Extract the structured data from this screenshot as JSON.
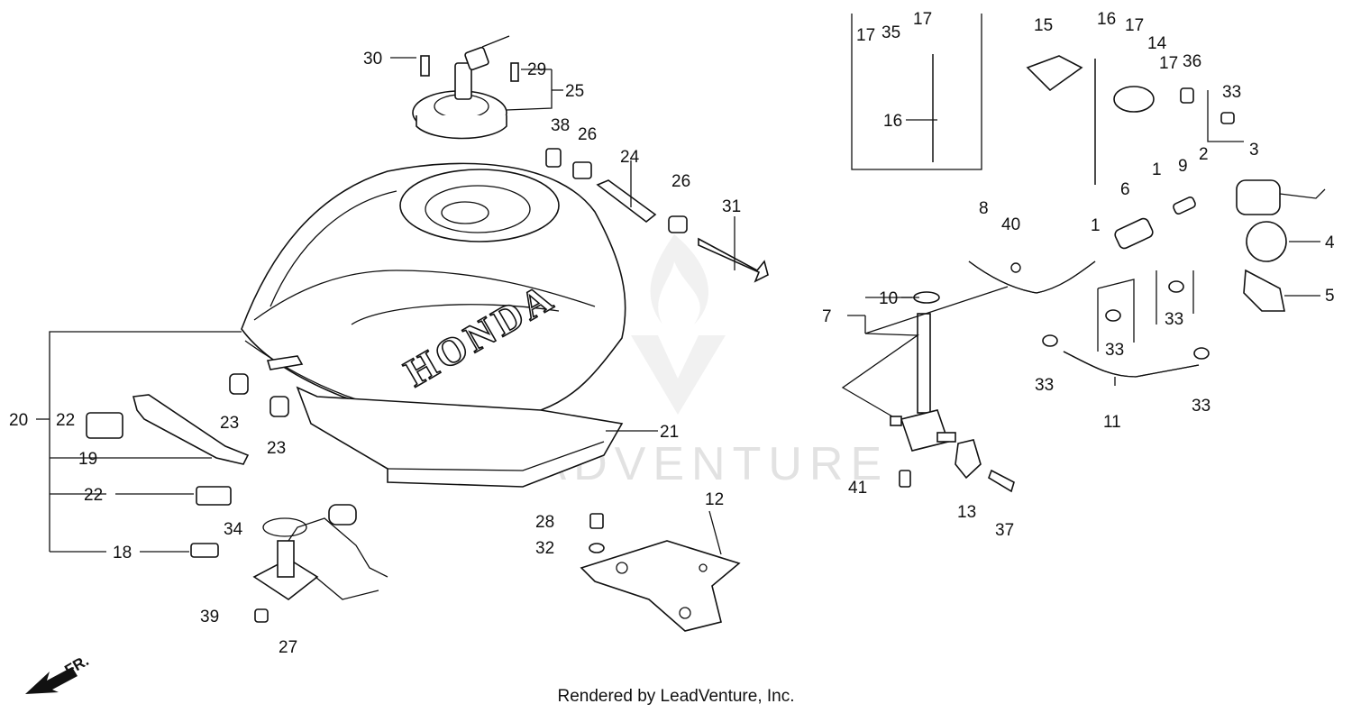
{
  "footer": "Rendered by LeadVenture, Inc.",
  "watermark": "LEADVENTURE",
  "direction_marker": "FR.",
  "emblem_text": "HONDA",
  "callouts": [
    "1",
    "1",
    "2",
    "3",
    "4",
    "5",
    "6",
    "7",
    "8",
    "9",
    "10",
    "11",
    "12",
    "13",
    "14",
    "15",
    "16",
    "16",
    "17",
    "17",
    "17",
    "17",
    "18",
    "19",
    "20",
    "21",
    "22",
    "22",
    "23",
    "23",
    "24",
    "25",
    "26",
    "26",
    "27",
    "28",
    "29",
    "30",
    "31",
    "32",
    "33",
    "33",
    "33",
    "33",
    "33",
    "33",
    "34",
    "35",
    "36",
    "37",
    "38",
    "39",
    "40",
    "41"
  ]
}
